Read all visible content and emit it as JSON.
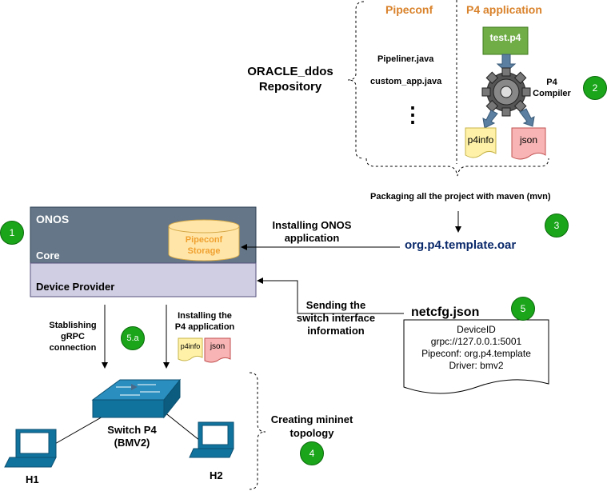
{
  "repository": {
    "label_line1": "ORACLE_ddos",
    "label_line2": "Repository",
    "pipeconf_header": "Pipeconf",
    "p4app_header": "P4 application",
    "files": [
      "Pipeliner.java",
      "custom_app.java"
    ],
    "ellipsis": "⋮",
    "test_p4": "test.p4",
    "compiler_line1": "P4",
    "compiler_line2": "Compiler",
    "p4info": "p4info",
    "json": "json"
  },
  "packaging_text": "Packaging all the project with maven (mvn)",
  "oar_file": "org.p4.template.oar",
  "installing_onos": {
    "line1": "Installing ONOS",
    "line2": "application"
  },
  "onos": {
    "title": "ONOS",
    "core": "Core",
    "storage_line1": "Pipeconf",
    "storage_line2": "Storage",
    "device_provider": "Device Provider"
  },
  "netcfg": {
    "title": "netcfg.json",
    "lines": [
      "DeviceID",
      "grpc://127.0.0.1:5001",
      "Pipeconf: org.p4.template",
      "Driver: bmv2"
    ]
  },
  "sending": {
    "line1": "Sending the",
    "line2": "switch interface",
    "line3": "information"
  },
  "grpc": {
    "line1": "Stablishing",
    "line2": "gRPC",
    "line3": "connection"
  },
  "installing_p4": {
    "line1": "Installing the",
    "line2": "P4 application",
    "p4info": "p4info",
    "json": "json"
  },
  "switch": {
    "line1": "Switch P4",
    "line2": "(BMV2)"
  },
  "hosts": {
    "h1": "H1",
    "h2": "H2"
  },
  "mininet": {
    "line1": "Creating mininet",
    "line2": "topology"
  },
  "badges": {
    "b1": "1",
    "b2": "2",
    "b3": "3",
    "b4": "4",
    "b5": "5",
    "b5a": "5.a"
  },
  "colors": {
    "onos_fill": "#647687",
    "provider_fill": "#d0cee2",
    "storage_fill": "#ffe6a8",
    "storage_text": "#f0a030",
    "badge_green": "#1aa51a",
    "header_orange": "#d9822b",
    "oar_text": "#0b2a6b",
    "test_p4_fill": "#70ad47",
    "p4info_fill": "#fff2a8",
    "json_fill": "#f8b4b4",
    "switch_fill": "#10739e"
  }
}
